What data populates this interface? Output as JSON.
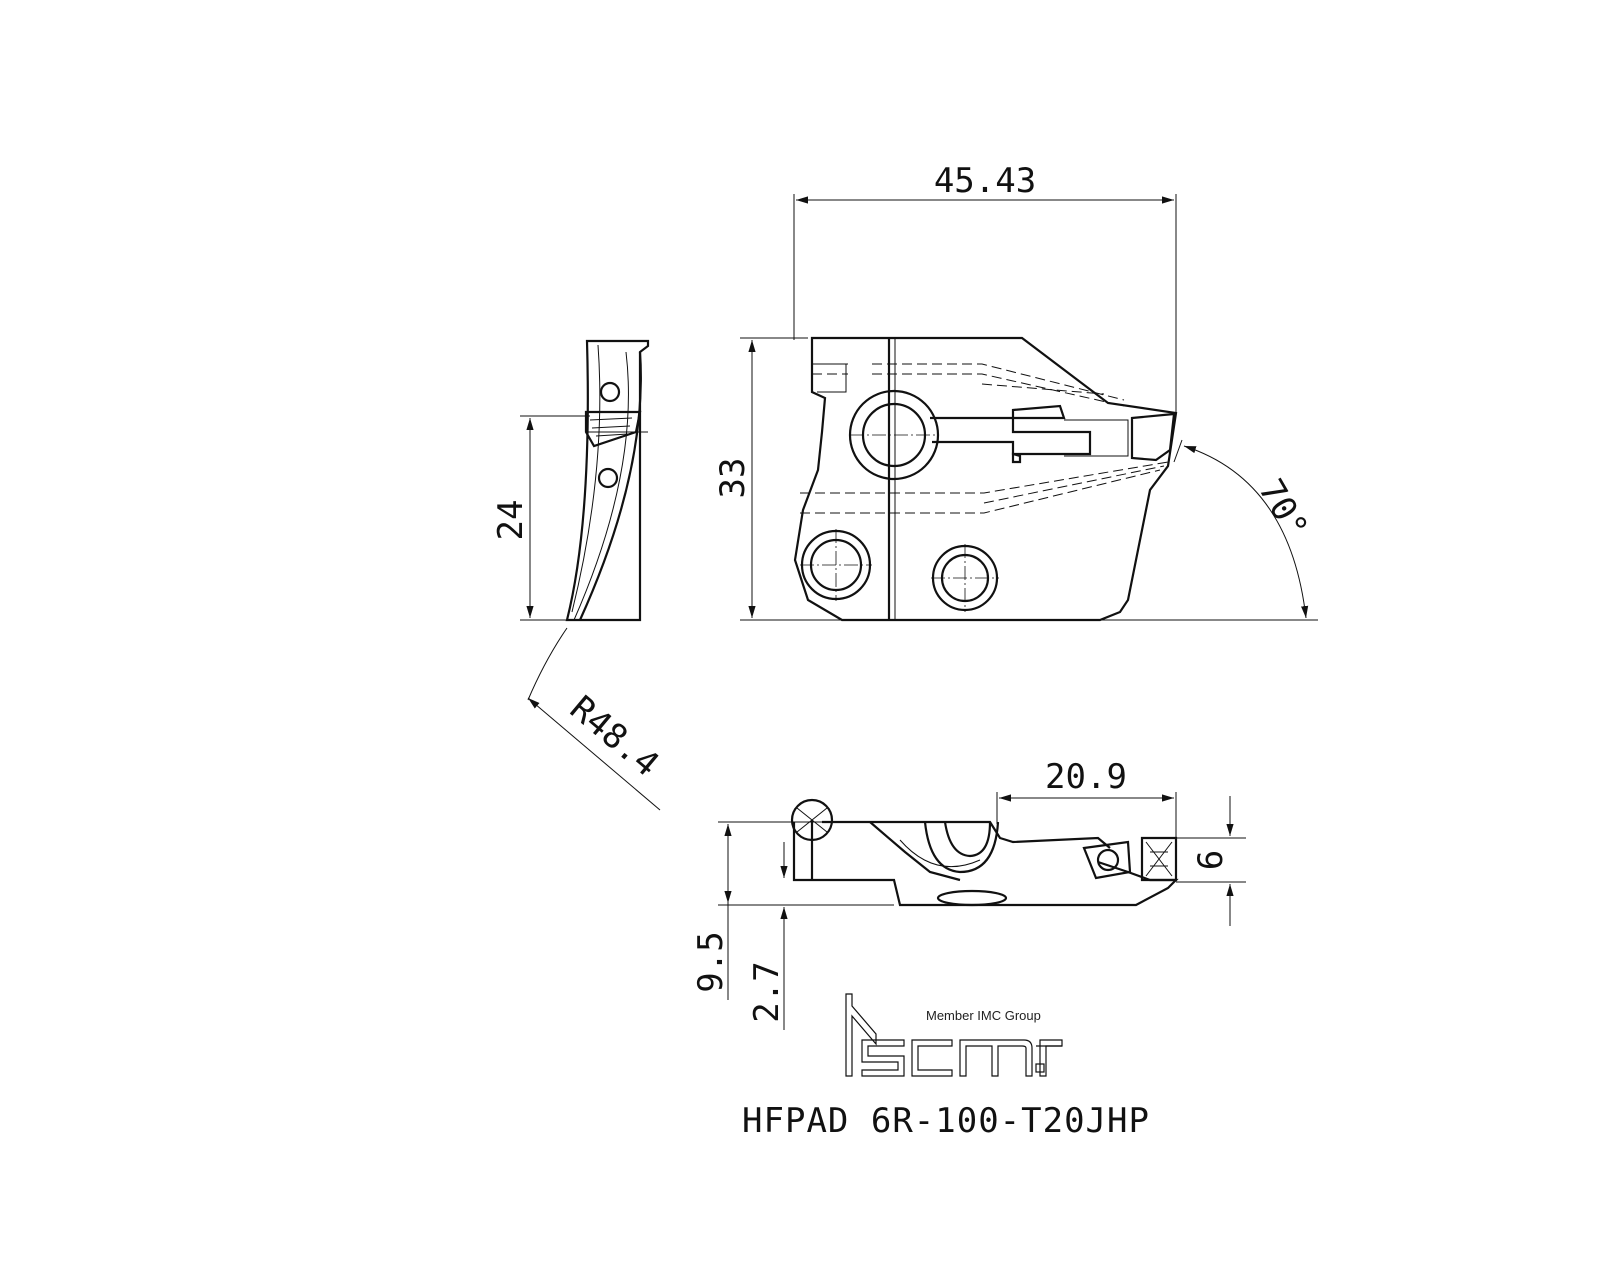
{
  "dimensions": {
    "width_top": "45.43",
    "height_side": "33",
    "height_left": "24",
    "angle": "70°",
    "radius": "R48.4",
    "width_bottom": "20.9",
    "thickness_bottom": "6",
    "offset_a": "9.5",
    "offset_b": "2.7"
  },
  "logo": {
    "tagline": "Member IMC Group",
    "brand": "iscar"
  },
  "part_number": "HFPAD 6R-100-T20JHP"
}
